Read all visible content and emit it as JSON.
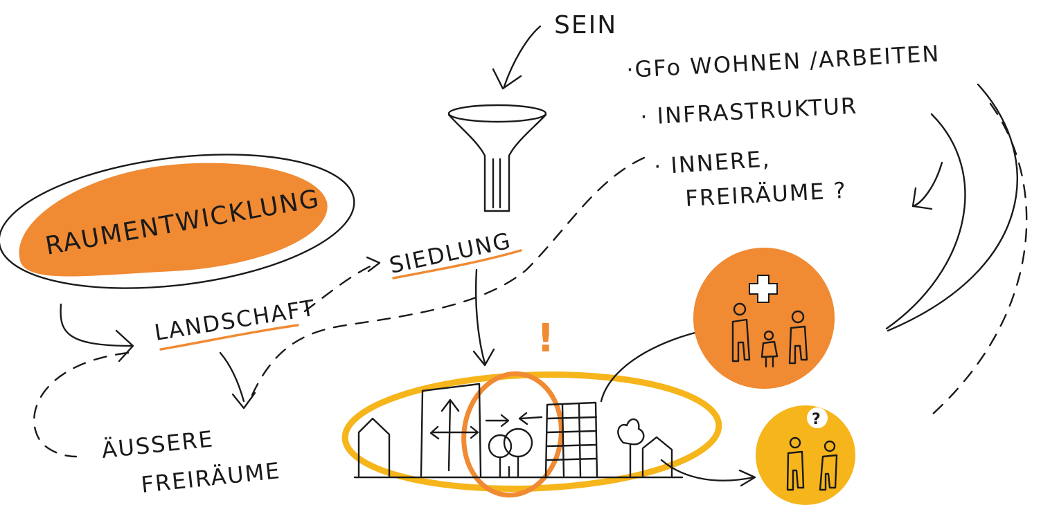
{
  "labels": {
    "top_input": "SEIN",
    "bullet_1": "·GFo WOHNEN /ARBEITEN",
    "bullet_2": "· INFRASTRUKTUR",
    "bullet_3a": "· INNERE,",
    "bullet_3b": "FREIRÄUME ?",
    "raumentwicklung": "RAUMENTWICKLUNG",
    "siedlung": "SIEDLUNG",
    "landschaft": "LANDSCHAFT",
    "aussere_1": "ÄUSSERE",
    "aussere_2": "FREIRÄUME",
    "exclamation": "!",
    "question": "?"
  },
  "colors": {
    "orange": "#f08a33",
    "yellow": "#f5b51b",
    "ink": "#1a1a1a",
    "background": "#ffffff"
  },
  "icons": {
    "funnel": "funnel-icon",
    "health_cross": "medical-cross-icon",
    "family": "family-people-icon",
    "couple": "two-people-icon",
    "city": "city-skyline-icon"
  }
}
